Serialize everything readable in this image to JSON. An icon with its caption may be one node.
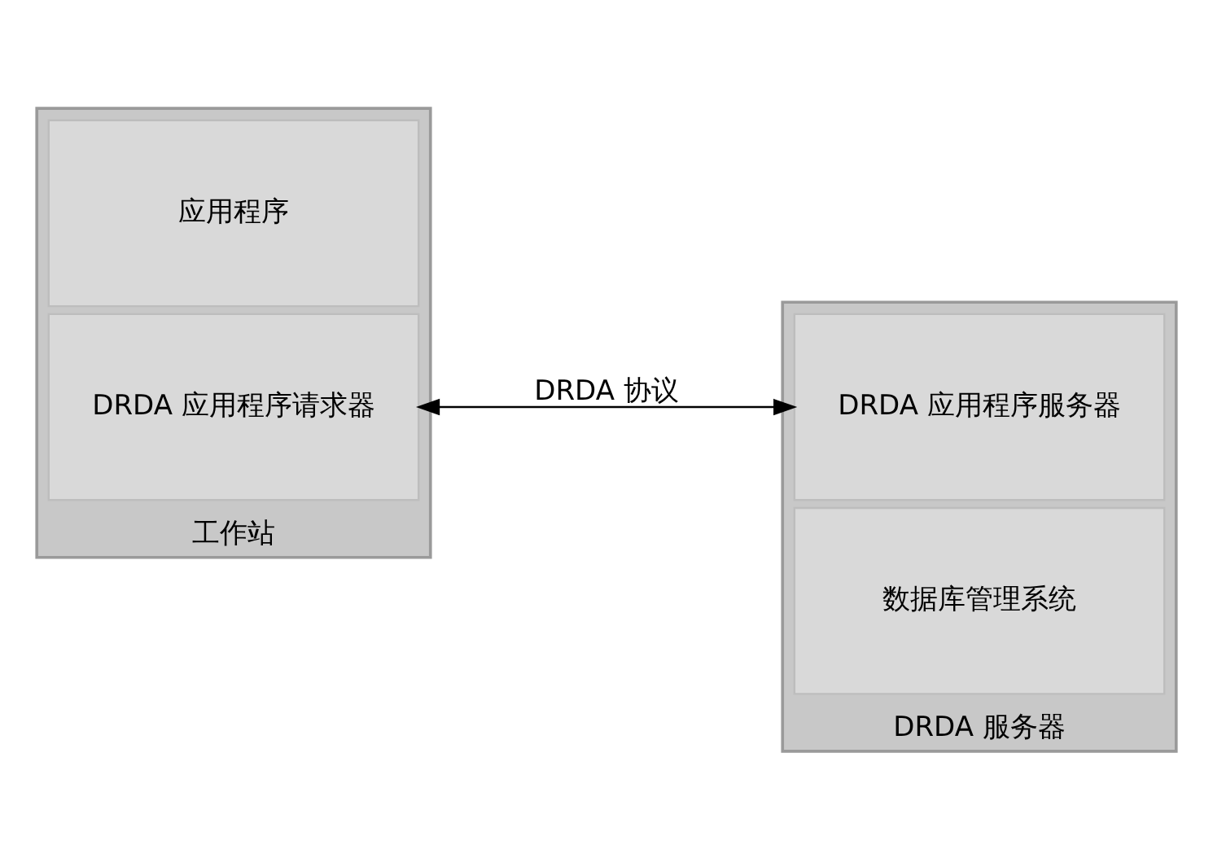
{
  "diagram": {
    "nodes": [
      {
        "text": [],
        "shape": "box",
        "beside": [
          "工作站"
        ]
      },
      {
        "text": [
          "应用程序"
        ],
        "in": 0
      },
      {
        "text": [
          "DRDA 应用程序请求器"
        ],
        "in": 0
      },
      {
        "text": [],
        "shape": "box",
        "beside": [
          "DRDA 服务器"
        ]
      },
      {
        "text": [
          "DRDA 应用程序服务器"
        ],
        "in": 3
      },
      {
        "text": [
          "数据库管理系统"
        ],
        "in": 3
      }
    ],
    "edges": [
      {
        "from": 2,
        "to": 4,
        "arrow": "both",
        "label": "DRDA 协议"
      }
    ]
  }
}
